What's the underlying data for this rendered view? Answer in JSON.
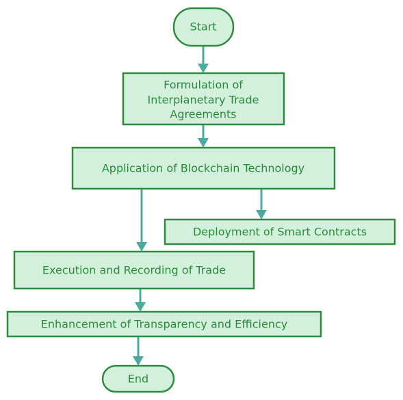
{
  "diagram": {
    "nodes": {
      "start": "Start",
      "formulation_1": "Formulation of",
      "formulation_2": "Interplanetary Trade",
      "formulation_3": "Agreements",
      "blockchain": "Application of Blockchain Technology",
      "smart_contracts": "Deployment of Smart Contracts",
      "execution": "Execution and Recording of Trade",
      "enhancement": "Enhancement of Transparency and Efficiency",
      "end": "End"
    },
    "colors": {
      "node_fill": "#d3f0dc",
      "node_border": "#2e8b3e",
      "text": "#2a8a3a",
      "arrow": "#4bab9e"
    }
  }
}
